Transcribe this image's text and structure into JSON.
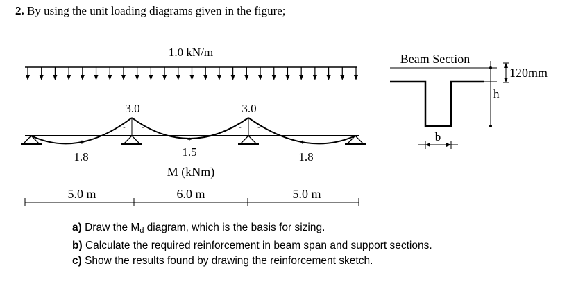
{
  "question": {
    "number": "2.",
    "text": "By using the unit loading diagrams given in the figure;"
  },
  "load": {
    "label": "1.0 kN/m"
  },
  "moment": {
    "support_values": [
      "3.0",
      "3.0"
    ],
    "span_values": [
      "1.8",
      "1.5",
      "1.8"
    ],
    "plus_signs": [
      "+",
      "+",
      "+"
    ],
    "minus_signs": [
      "-",
      "-",
      "-",
      "-"
    ],
    "axis_label": "M (kNm)"
  },
  "spans": {
    "lengths": [
      "5.0 m",
      "6.0 m",
      "5.0 m"
    ]
  },
  "section": {
    "title": "Beam Section",
    "flange_thickness": "120mm",
    "width_label": "b",
    "height_label": "h"
  },
  "tasks": [
    {
      "letter": "a)",
      "before": "Draw the M",
      "subscript": "d",
      "after": " diagram, which is the basis for sizing."
    },
    {
      "letter": "b)",
      "before": "Calculate the required reinforcement in beam span and support sections.",
      "subscript": "",
      "after": ""
    },
    {
      "letter": "c)",
      "before": "Show the results found by drawing the reinforcement sketch.",
      "subscript": "",
      "after": ""
    }
  ]
}
